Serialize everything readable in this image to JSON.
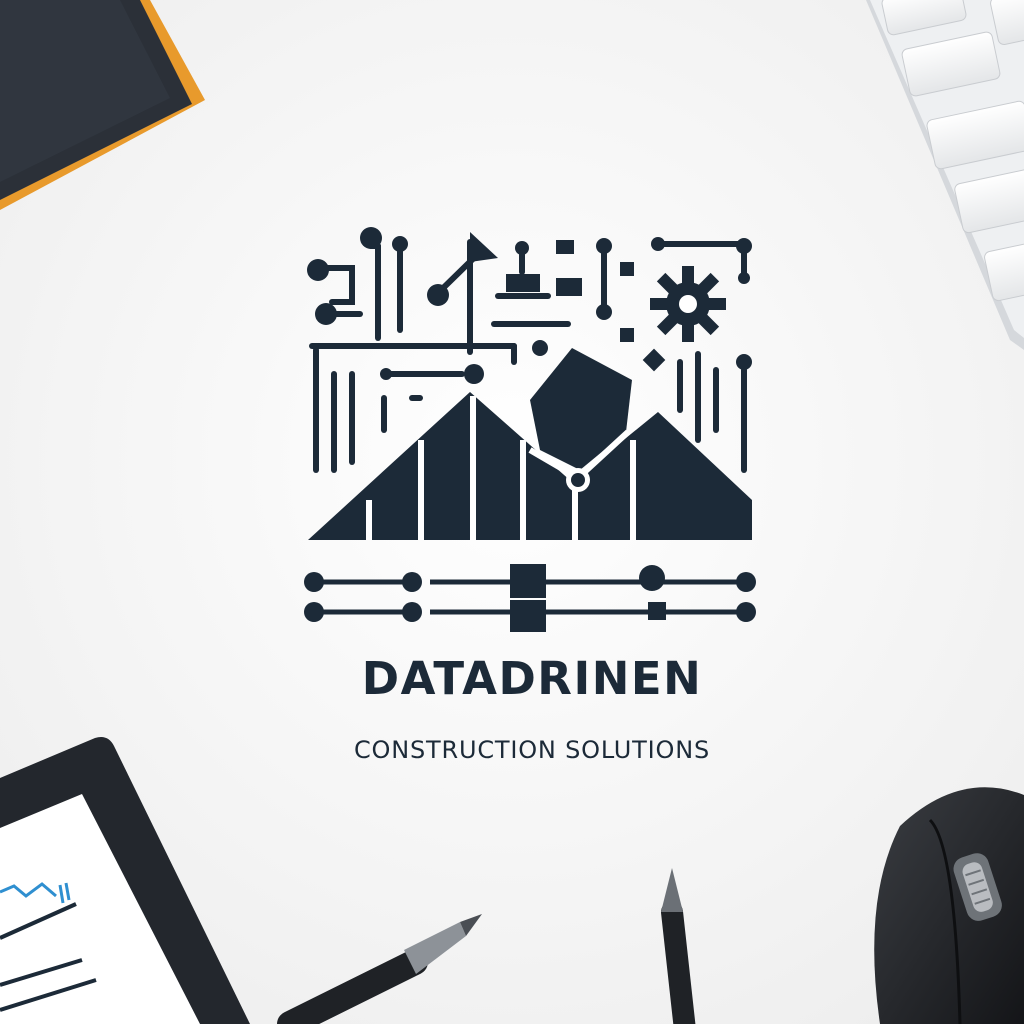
{
  "logo": {
    "name": "DATADRINEN",
    "tagline": "CONSTRUCTION SOLUTIONS"
  },
  "colors": {
    "ink": "#1c2a38",
    "background": "#f6f6f6",
    "notebook_edge": "#e89a2c",
    "tablet_chart": "#2f8fd0"
  },
  "props": [
    "notebook",
    "keyboard",
    "tablet",
    "pen",
    "stylus",
    "mouse"
  ]
}
